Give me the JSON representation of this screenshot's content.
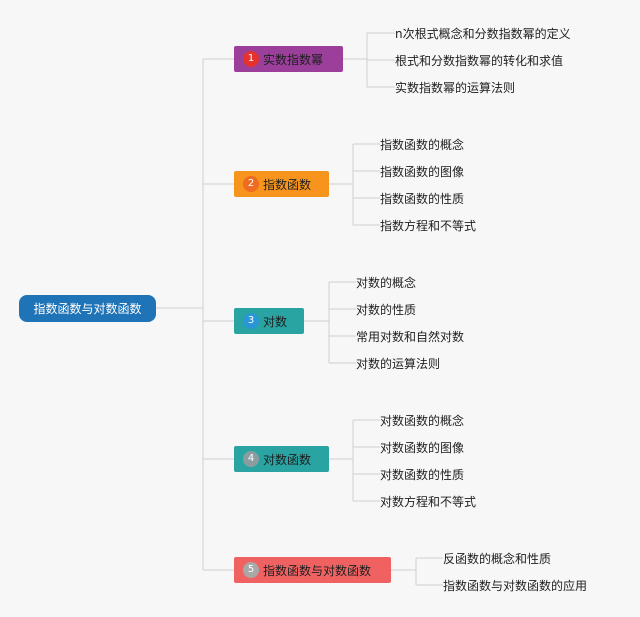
{
  "diagram": {
    "root": {
      "label": "指数函数与对数函数",
      "color": "#1f73b7"
    },
    "branches": [
      {
        "label": "实数指数幂",
        "badge": "1",
        "color": "#9b3f9b",
        "badge_color": "#e5322d",
        "children": [
          "n次根式概念和分数指数幂的定义",
          "根式和分数指数幂的转化和求值",
          "实数指数幂的运算法则"
        ]
      },
      {
        "label": "指数函数",
        "badge": "2",
        "color": "#f7941d",
        "badge_color": "#ef6b22",
        "children": [
          "指数函数的概念",
          "指数函数的图像",
          "指数函数的性质",
          "指数方程和不等式"
        ]
      },
      {
        "label": "对数",
        "badge": "3",
        "color": "#2aa3a3",
        "badge_color": "#2996d6",
        "children": [
          "对数的概念",
          "对数的性质",
          "常用对数和自然对数",
          "对数的运算法则"
        ]
      },
      {
        "label": "对数函数",
        "badge": "4",
        "color": "#2aa3a3",
        "badge_color": "#8a9ea0",
        "children": [
          "对数函数的概念",
          "对数函数的图像",
          "对数函数的性质",
          "对数方程和不等式"
        ]
      },
      {
        "label": "指数函数与对数函数",
        "badge": "5",
        "color": "#f06262",
        "badge_color": "#a8a8a8",
        "children": [
          "反函数的概念和性质",
          "指数函数与对数函数的应用"
        ]
      }
    ],
    "line_color": "#cfcfcf"
  }
}
